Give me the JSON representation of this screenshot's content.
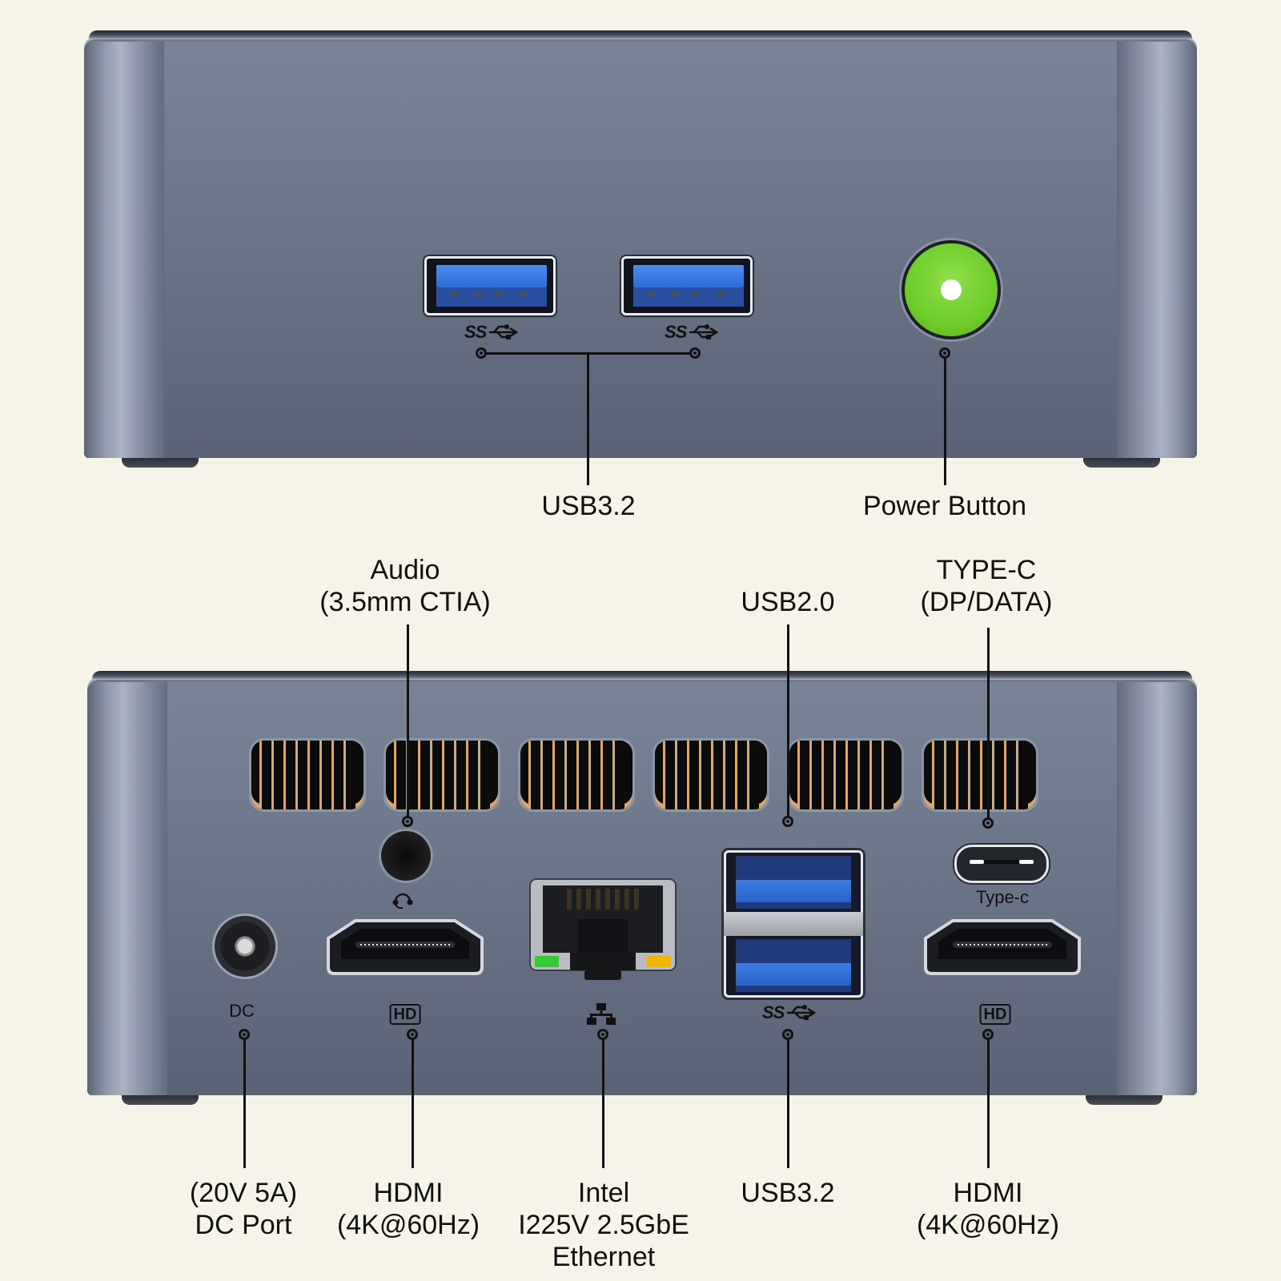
{
  "front_view": {
    "ports": [
      {
        "id": "usb-a-1",
        "type": "USB 3.2 Type-A",
        "logo": "SS"
      },
      {
        "id": "usb-a-2",
        "type": "USB 3.2 Type-A",
        "logo": "SS"
      },
      {
        "id": "power-button",
        "type": "Power Button",
        "color": "#6fcc2c"
      }
    ],
    "labels": {
      "usb": "USB3.2",
      "power": "Power Button"
    }
  },
  "rear_view": {
    "top_labels": {
      "audio_line1": "Audio",
      "audio_line2": "(3.5mm CTIA)",
      "usb2_line1": "USB2.0",
      "typec_line1": "TYPE-C",
      "typec_line2": "(DP/DATA)"
    },
    "port_marks": {
      "dc": "DC",
      "hdmi_left": "HD",
      "ethernet_icon": "network-icon",
      "usb_logo": "SS",
      "typec": "Type-c",
      "hdmi_right": "HD",
      "audio_icon": "headset-icon"
    },
    "bottom_labels": {
      "dc_line1": "(20V 5A)",
      "dc_line2": "DC Port",
      "hdmi1_line1": "HDMI",
      "hdmi1_line2": "(4K@60Hz)",
      "eth_line1": "Intel",
      "eth_line2": "I225V 2.5GbE",
      "eth_line3": "Ethernet",
      "usb3_line1": "USB3.2",
      "hdmi2_line1": "HDMI",
      "hdmi2_line2": "(4K@60Hz)"
    },
    "vent_count": 6,
    "led_colors": {
      "link": "#33cc33",
      "activity": "#f5b400"
    }
  },
  "colors": {
    "background": "#f6f4e8",
    "chassis": "#6c7689",
    "usb_blue": "#2d6bd8",
    "vent_fin": "#d8a870"
  }
}
